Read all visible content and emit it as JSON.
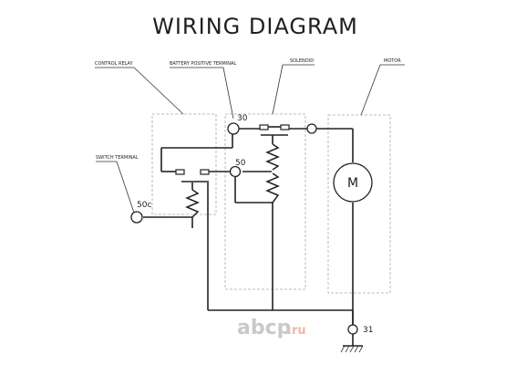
{
  "title": "WIRING DIAGRAM",
  "labels": {
    "control_relay": "CONTROL RELAY",
    "battery_positive_terminal": "BATTERY POSITIVE TERMINAL",
    "solenoid": "SOLENOID",
    "motor": "MOTOR",
    "switch_terminal": "SWITCH TERMINAL"
  },
  "terminals": {
    "t30": "30",
    "t50": "50",
    "t50c": "50c",
    "t31": "31"
  },
  "motor_symbol": "M",
  "watermark": {
    "brand": "abcp",
    "domain": ".ru"
  }
}
